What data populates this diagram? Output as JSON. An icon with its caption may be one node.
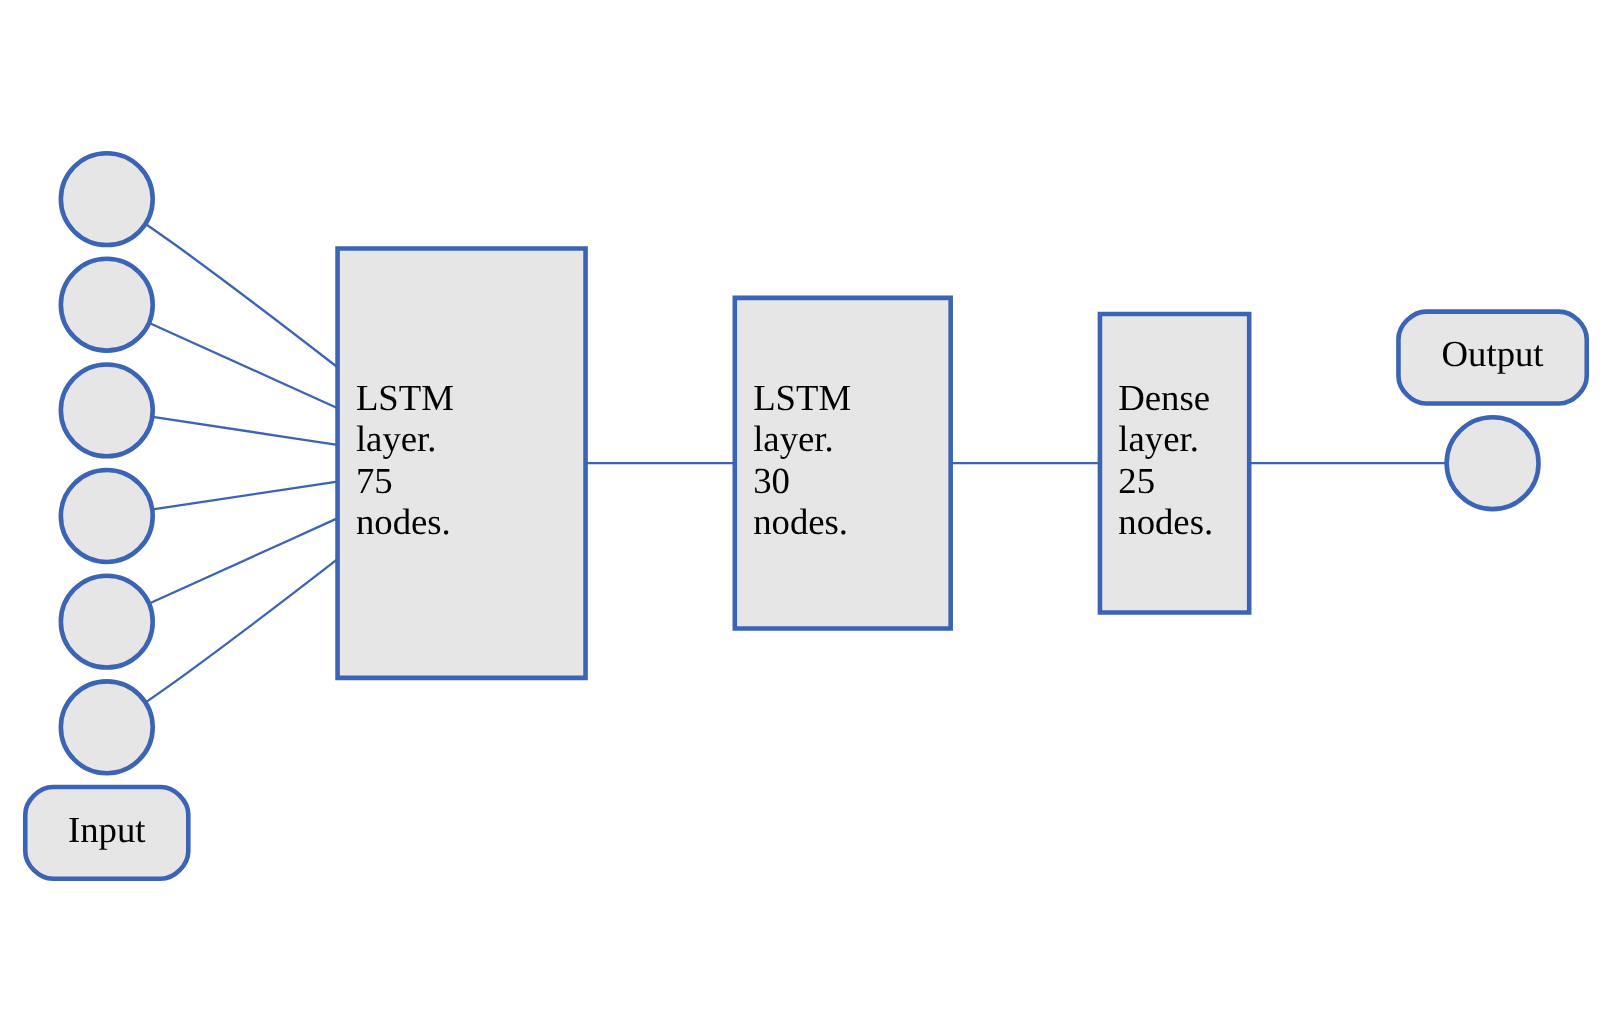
{
  "diagram": {
    "nodes": [
      {
        "text": [
          "Input"
        ]
      },
      {
        "text": [],
        "shape": "circle"
      },
      {
        "text": [],
        "shape": "circle"
      },
      {
        "text": [],
        "shape": "circle"
      },
      {
        "text": [],
        "shape": "circle"
      },
      {
        "text": [],
        "shape": "circle"
      },
      {
        "text": [],
        "shape": "circle"
      },
      {
        "text": [
          "LSTM layer. 75 nodes."
        ]
      },
      {
        "text": [
          "LSTM layer. 30 nodes."
        ]
      },
      {
        "text": [
          "Dense layer. 25 nodes."
        ]
      },
      {
        "text": [
          "Output"
        ]
      },
      {
        "text": [],
        "shape": "circle"
      }
    ],
    "edges": [
      {
        "from": 1,
        "to": 7,
        "arrow": "none"
      },
      {
        "from": 2,
        "to": 7,
        "arrow": "none"
      },
      {
        "from": 3,
        "to": 7,
        "arrow": "none"
      },
      {
        "from": 4,
        "to": 7,
        "arrow": "none"
      },
      {
        "from": 5,
        "to": 7,
        "arrow": "none"
      },
      {
        "from": 6,
        "to": 7,
        "arrow": "none"
      },
      {
        "from": 7,
        "to": 8,
        "arrow": "none"
      },
      {
        "from": 8,
        "to": 9,
        "arrow": "none"
      },
      {
        "from": 9,
        "to": 11,
        "arrow": "none"
      }
    ]
  }
}
